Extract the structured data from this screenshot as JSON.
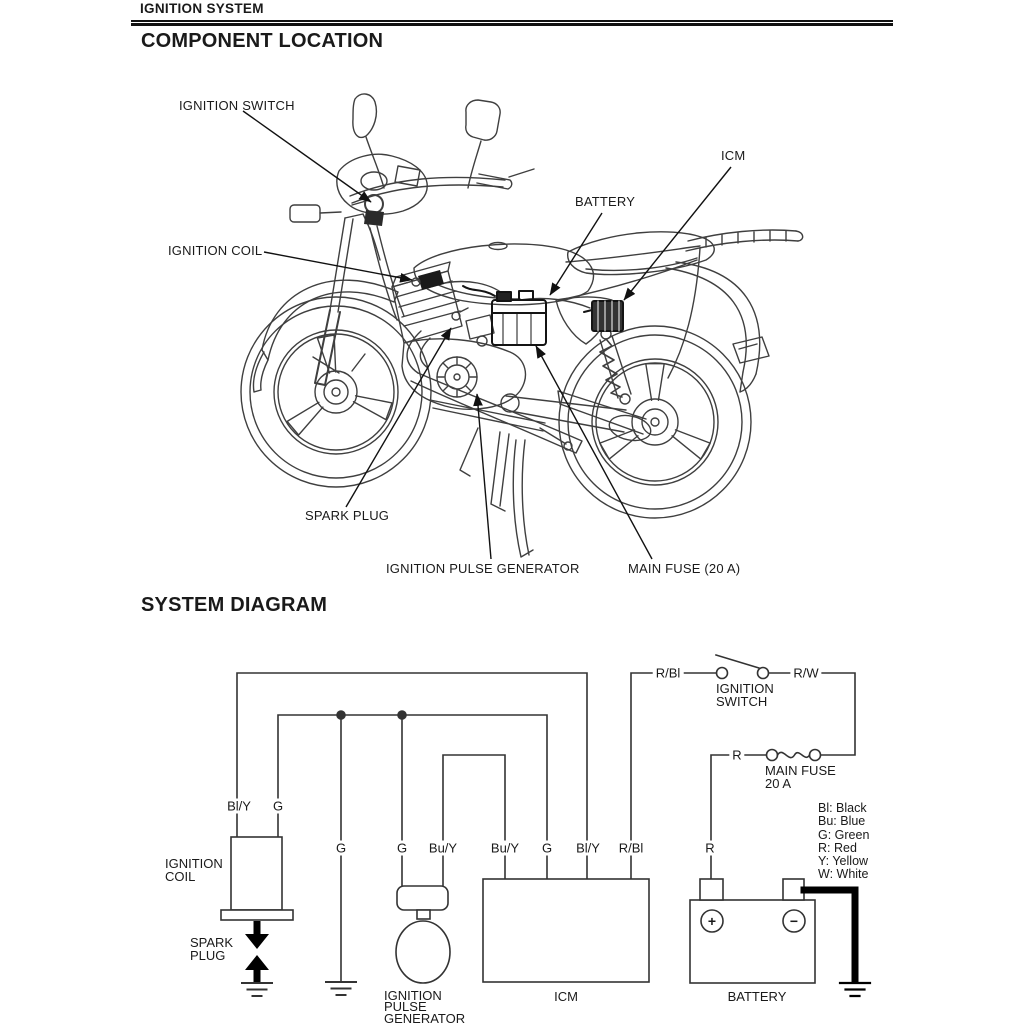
{
  "page": {
    "header_title": "IGNITION SYSTEM",
    "section1_title": "COMPONENT LOCATION",
    "section2_title": "SYSTEM DIAGRAM"
  },
  "component_location": {
    "labels": {
      "ignition_switch": "IGNITION SWITCH",
      "ignition_coil": "IGNITION COIL",
      "battery": "BATTERY",
      "icm": "ICM",
      "spark_plug": "SPARK PLUG",
      "ignition_pulse_generator": "IGNITION PULSE GENERATOR",
      "main_fuse": "MAIN FUSE (20 A)"
    }
  },
  "system_diagram": {
    "components": {
      "ignition_switch": "IGNITION\nSWITCH",
      "main_fuse": "MAIN FUSE\n20 A",
      "ignition_coil": "IGNITION\nCOIL",
      "spark_plug": "SPARK\nPLUG",
      "ignition_pulse_generator": "IGNITION\nPULSE\nGENERATOR",
      "icm": "ICM",
      "battery": "BATTERY"
    },
    "battery_terminals": {
      "positive": "+",
      "negative": "−"
    },
    "wire_labels": {
      "coil_bly": "Bl/Y",
      "coil_g": "G",
      "ground_g": "G",
      "pulse_g": "G",
      "pulse_buy": "Bu/Y",
      "icm_buy": "Bu/Y",
      "icm_g": "G",
      "icm_bly": "Bl/Y",
      "icm_rbl": "R/Bl",
      "battery_r": "R",
      "switch_rbl": "R/Bl",
      "switch_rw": "R/W",
      "fuse_r": "R"
    },
    "legend": {
      "lines": "Bl: Black\nBu: Blue\nG: Green\nR: Red\nY: Yellow\nW: White"
    }
  },
  "colors": {
    "ink": "#1a1a1a",
    "drawing_line": "#3f3f3f",
    "circuit_line": "#333333"
  }
}
